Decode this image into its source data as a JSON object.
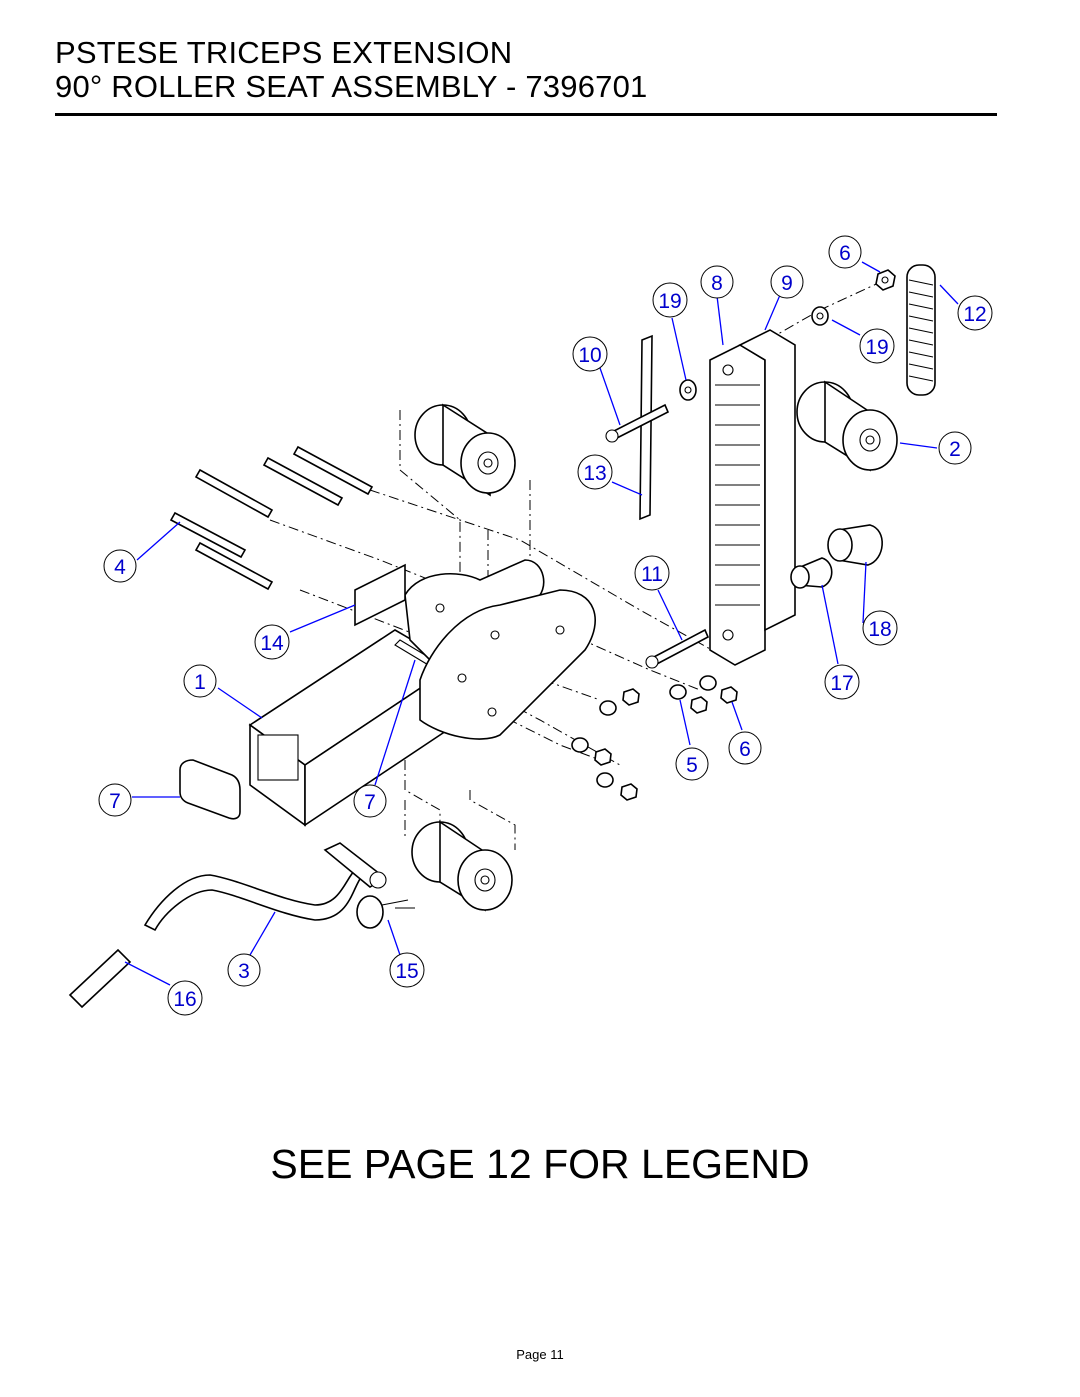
{
  "header": {
    "title_line1": "PSTESE TRICEPS EXTENSION",
    "title_line2": "90° ROLLER SEAT ASSEMBLY - 7396701"
  },
  "callouts": [
    {
      "id": "c6a",
      "label": "6"
    },
    {
      "id": "c19a",
      "label": "19"
    },
    {
      "id": "c8",
      "label": "8"
    },
    {
      "id": "c9",
      "label": "9"
    },
    {
      "id": "c12",
      "label": "12"
    },
    {
      "id": "c10",
      "label": "10"
    },
    {
      "id": "c19b",
      "label": "19"
    },
    {
      "id": "c2",
      "label": "2"
    },
    {
      "id": "c13",
      "label": "13"
    },
    {
      "id": "c4",
      "label": "4"
    },
    {
      "id": "c11",
      "label": "11"
    },
    {
      "id": "c14",
      "label": "14"
    },
    {
      "id": "c18",
      "label": "18"
    },
    {
      "id": "c1",
      "label": "1"
    },
    {
      "id": "c17",
      "label": "17"
    },
    {
      "id": "c5",
      "label": "5"
    },
    {
      "id": "c6b",
      "label": "6"
    },
    {
      "id": "c7a",
      "label": "7"
    },
    {
      "id": "c7b",
      "label": "7"
    },
    {
      "id": "c3",
      "label": "3"
    },
    {
      "id": "c15",
      "label": "15"
    },
    {
      "id": "c16",
      "label": "16"
    }
  ],
  "legend_note": "SEE PAGE 12 FOR LEGEND",
  "footer": {
    "page_label": "Page 11"
  },
  "colors": {
    "callout_text": "#0000cc",
    "leader_line": "#0000ff",
    "ink": "#000000"
  }
}
